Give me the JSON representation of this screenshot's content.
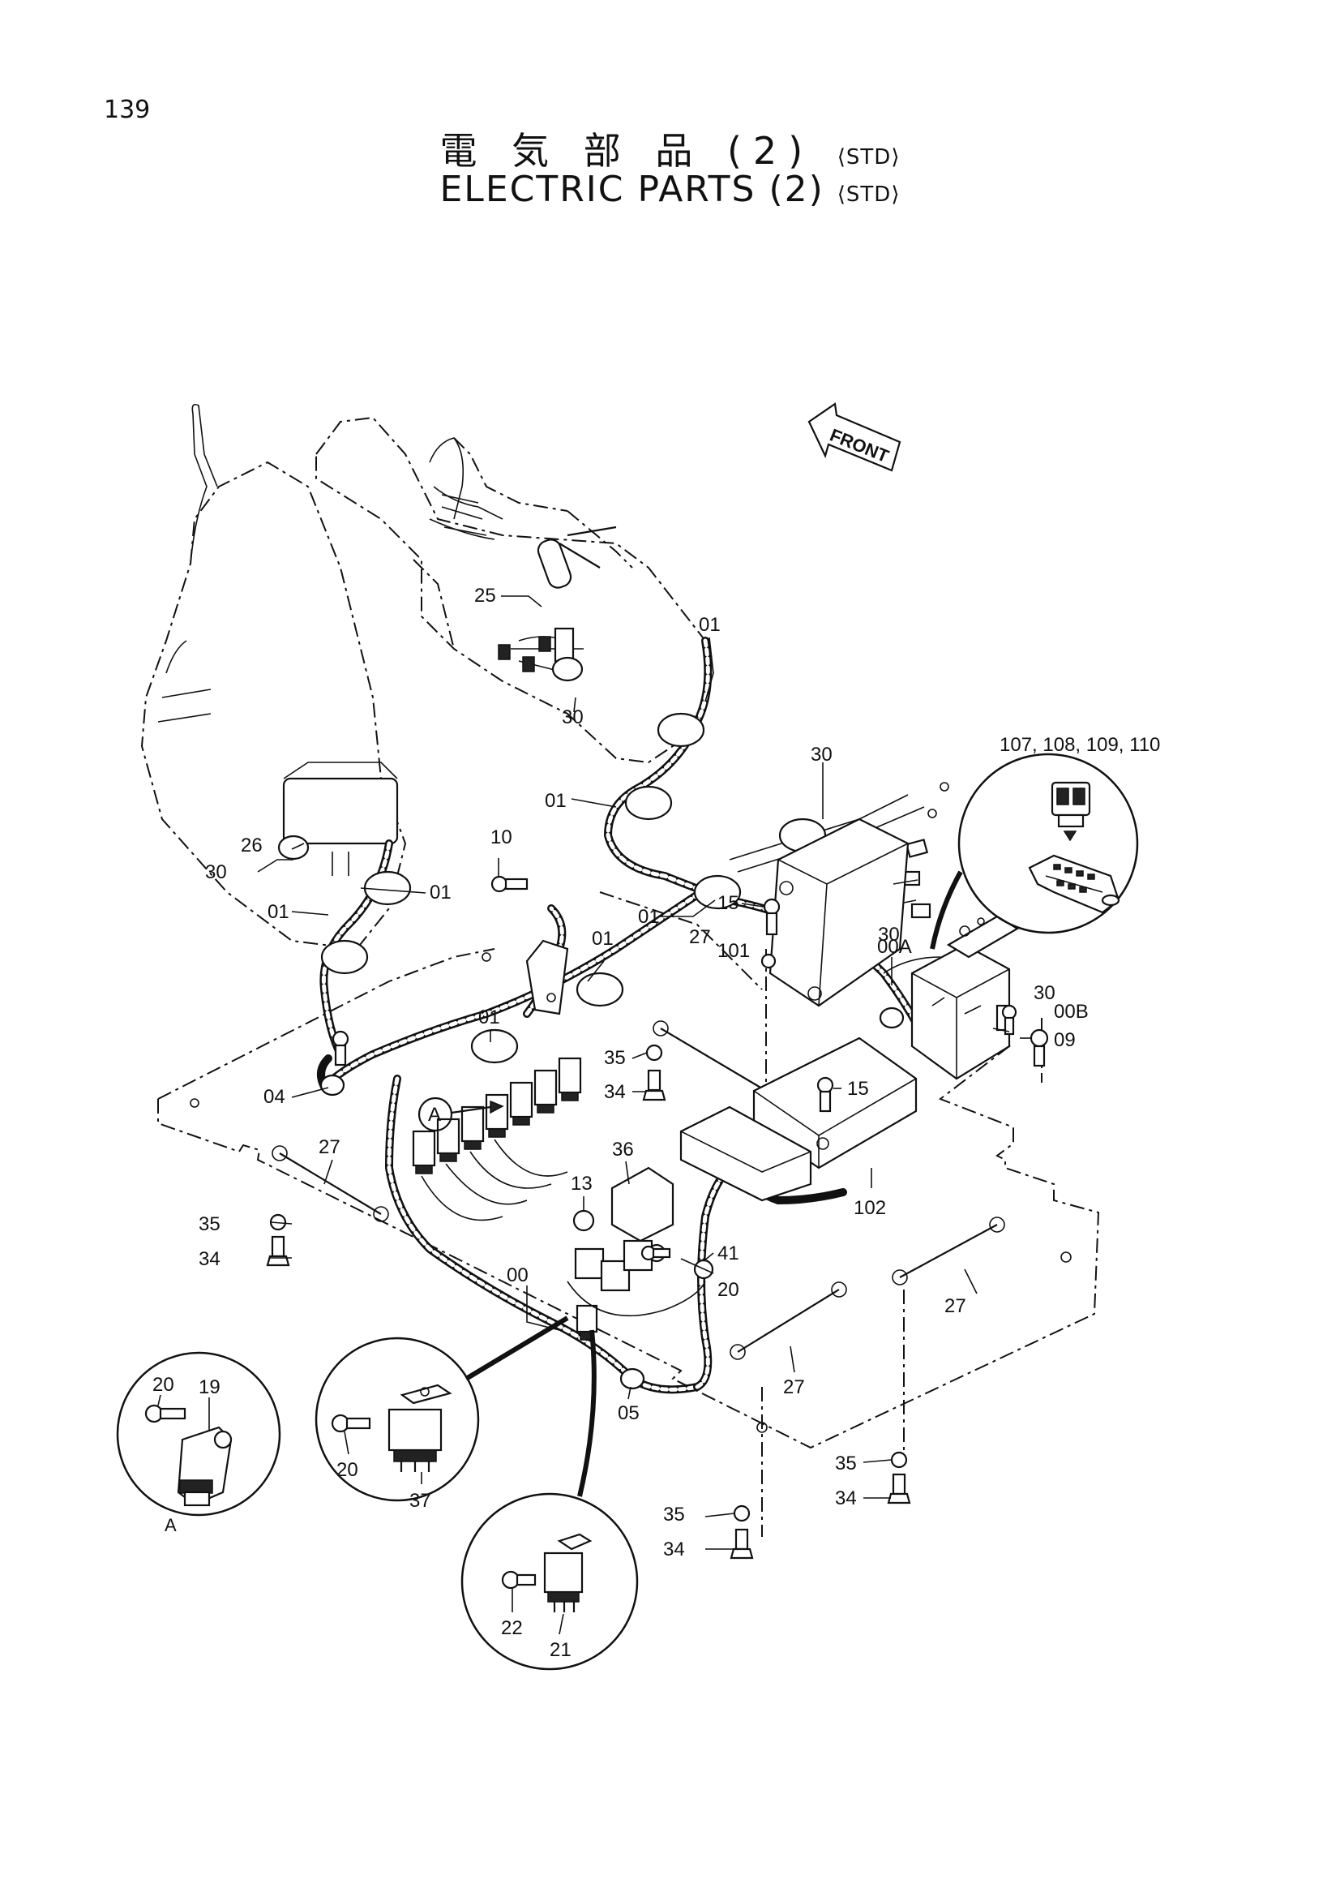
{
  "page": {
    "number": "139",
    "title_jp": "電 気 部 品 (2)",
    "title_jp_suffix": "⟨STD⟩",
    "title_en": "ELECTRIC PARTS (2)",
    "title_en_suffix": "⟨STD⟩"
  },
  "diagram": {
    "front_label": "FRONT",
    "callout_labels": {
      "fuse_detail": "107, 108, 109, 110",
      "detail_a": "A",
      "detail_a_marker": "A"
    },
    "part_labels": [
      "25",
      "01",
      "30",
      "01",
      "30",
      "26",
      "30",
      "01",
      "10",
      "01",
      "01",
      "01",
      "00A",
      "15",
      "101",
      "27",
      "30",
      "30",
      "00B",
      "09",
      "01",
      "35",
      "34",
      "04",
      "15",
      "36",
      "13",
      "41",
      "20",
      "00",
      "102",
      "27",
      "35",
      "34",
      "27",
      "27",
      "05",
      "35",
      "34",
      "35",
      "34",
      "20",
      "19",
      "20",
      "37",
      "22",
      "21"
    ]
  }
}
